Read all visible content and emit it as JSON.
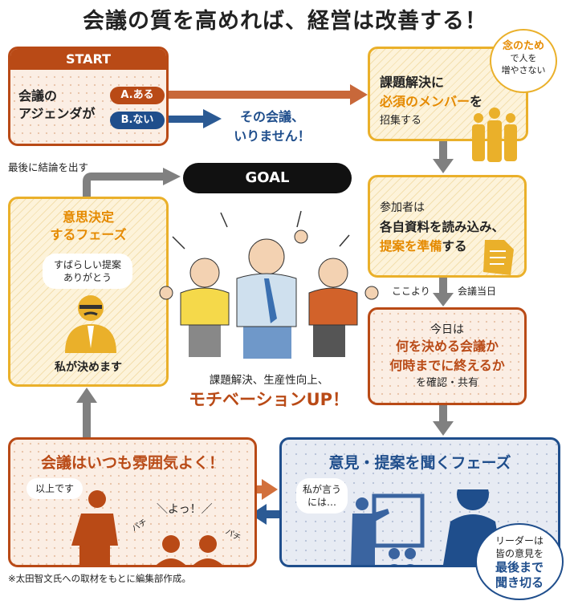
{
  "title": "会議の質を高めれば、経営は改善する！",
  "start": {
    "header": "START",
    "line1": "会議の",
    "line2": "アジェンダが",
    "option_a": "A.ある",
    "option_b": "B.ない"
  },
  "no_meeting": {
    "line1": "その会議、",
    "line2": "いりません！"
  },
  "step1": {
    "line1": "課題解決に",
    "line2_highlight": "必須のメンバー",
    "line2_rest": "を",
    "line3": "招集する",
    "note_highlight": "念のため",
    "note_line2": "で人を",
    "note_line3": "増やさない"
  },
  "step2": {
    "line1": "参加者は",
    "line2": "各自資料を読み込み、",
    "line3_highlight": "提案を準備",
    "line3_rest": "する"
  },
  "day_marker": {
    "left": "ここより",
    "right": "会議当日"
  },
  "step3": {
    "line1": "今日は",
    "line2": "何を決める会議か",
    "line3": "何時までに終えるか",
    "line4": "を確認・共有"
  },
  "opinion_phase": {
    "title": "意見・提案を聞くフェーズ",
    "speech": "私が言うには…",
    "note_line1": "リーダーは",
    "note_line2": "皆の意見を",
    "note_line3": "最後まで",
    "note_line4": "聞き切る"
  },
  "atmosphere": {
    "title": "会議はいつも雰囲気よく！",
    "speech": "以上です",
    "cheer": "＼よっ！／",
    "clap1": "パチ",
    "clap2": "パチ"
  },
  "decision_phase": {
    "title_line1": "意思決定",
    "title_line2": "するフェーズ",
    "speech": "すばらしい提案ありがとう",
    "caption": "私が決めます"
  },
  "conclusion_label": "最後に結論を出す",
  "goal": "GOAL",
  "center": {
    "caption": "課題解決、生産性向上、",
    "headline": "モチベーションUP！"
  },
  "footnote": "※太田智文氏への取材をもとに編集部作成。",
  "colors": {
    "rust": "#b94a16",
    "orange": "#e58a00",
    "yellow": "#eab02a",
    "navy": "#1f4e8c",
    "gray": "#808080"
  }
}
